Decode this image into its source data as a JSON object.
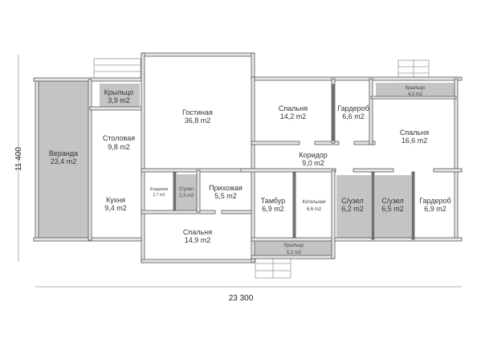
{
  "plan": {
    "dimensions": {
      "width_label": "23 300",
      "height_label": "11 400"
    },
    "rooms": [
      {
        "id": "veranda",
        "name": "Веранда",
        "area": "23,4 m2"
      },
      {
        "id": "porch-left",
        "name": "Крыльцо",
        "area": "3,9 m2"
      },
      {
        "id": "living",
        "name": "Гостиная",
        "area": "36,8 m2"
      },
      {
        "id": "dining",
        "name": "Столовая",
        "area": "9,8 m2"
      },
      {
        "id": "kitchen",
        "name": "Кухня",
        "area": "9,4 m2"
      },
      {
        "id": "pantry",
        "name": "Кладовая",
        "area": "2,7 m2"
      },
      {
        "id": "wc-small",
        "name": "С/узел",
        "area": "2,3 m2"
      },
      {
        "id": "hall",
        "name": "Прихожая",
        "area": "5,5 m2"
      },
      {
        "id": "bedroom-bottom",
        "name": "Спальня",
        "area": "14,9 m2"
      },
      {
        "id": "bedroom-1",
        "name": "Спальня",
        "area": "14,2 m2"
      },
      {
        "id": "wardrobe-1",
        "name": "Гардероб",
        "area": "6,6 m2"
      },
      {
        "id": "porch-right",
        "name": "Крыльцо",
        "area": "4,0 m2"
      },
      {
        "id": "bedroom-2",
        "name": "Спальня",
        "area": "16,6 m2"
      },
      {
        "id": "corridor",
        "name": "Коридор",
        "area": "9,0 m2"
      },
      {
        "id": "vestibule",
        "name": "Тамбур",
        "area": "6,9 m2"
      },
      {
        "id": "boiler",
        "name": "Котельная",
        "area": "6,6 m2"
      },
      {
        "id": "wc-1",
        "name": "С/узел",
        "area": "6,2 m2"
      },
      {
        "id": "wc-2",
        "name": "С/узел",
        "area": "6,5 m2"
      },
      {
        "id": "wardrobe-2",
        "name": "Гардероб",
        "area": "6,9 m2"
      },
      {
        "id": "porch-bottom",
        "name": "Крыльцо",
        "area": "5,2 m2"
      }
    ]
  }
}
